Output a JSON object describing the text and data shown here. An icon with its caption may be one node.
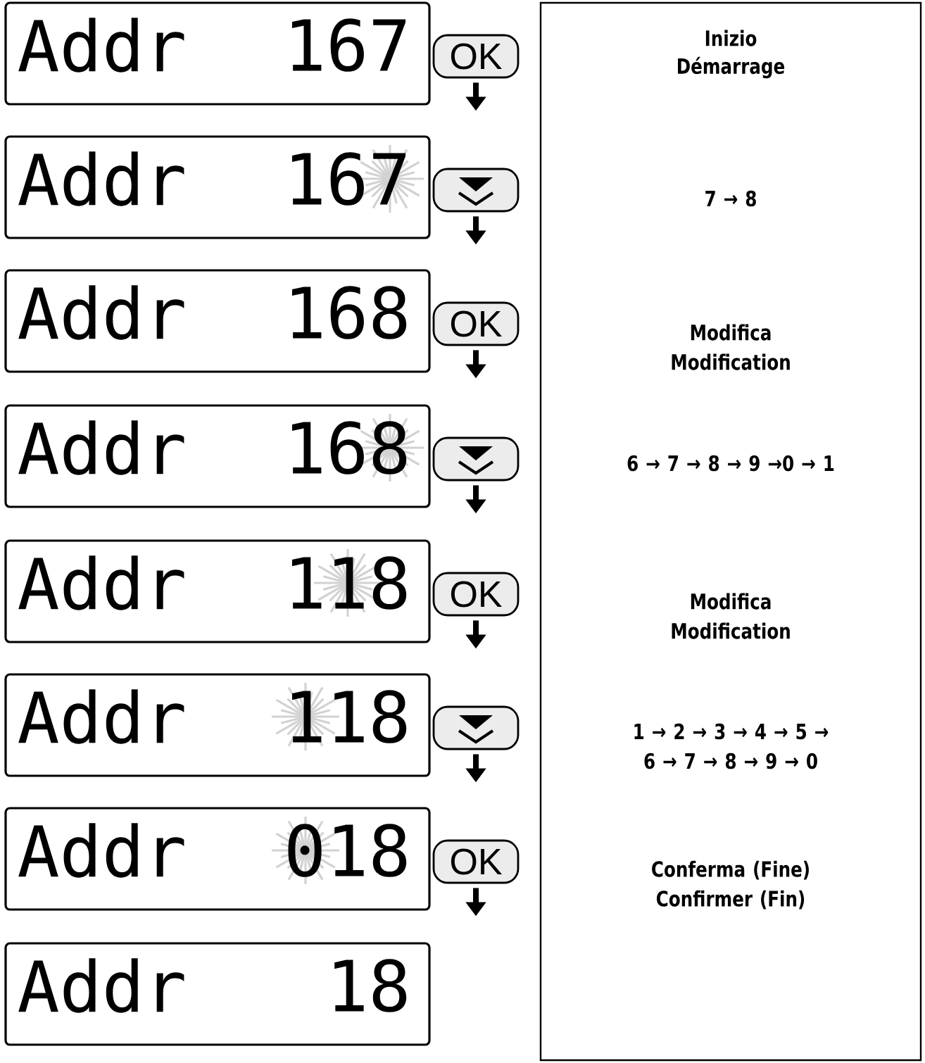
{
  "diagram": {
    "nodes": [
      {
        "text": [
          "Addr",
          "167"
        ]
      },
      {
        "text": [
          "OK"
        ]
      },
      {
        "text": [
          "Addr",
          "167"
        ]
      },
      {
        "text": [],
        "shape": "button"
      },
      {
        "text": [
          "Addr",
          "168"
        ]
      },
      {
        "text": [
          "OK"
        ]
      },
      {
        "text": [
          "Addr",
          "168"
        ]
      },
      {
        "text": [],
        "shape": "button"
      },
      {
        "text": [
          "Addr",
          "118"
        ]
      },
      {
        "text": [
          "OK"
        ]
      },
      {
        "text": [
          "Addr",
          "118"
        ]
      },
      {
        "text": [],
        "shape": "button"
      },
      {
        "text": [
          "Addr",
          "018"
        ]
      },
      {
        "text": [
          "OK"
        ]
      },
      {
        "text": [
          "Addr",
          "18"
        ]
      },
      {
        "text": [
          "Inizio",
          "Démarrage",
          "7 → 8",
          "Modifica",
          "Modification",
          "6 → 7 → 8 → 9 →0 → 1",
          "Modifica",
          "Modification",
          "1 → 2 → 3 → 4 → 5 → 6 → 7 → 8 → 9 → 0",
          "Conferma (Fine)",
          "Confirmer (Fin)"
        ]
      }
    ],
    "edges": [
      {
        "from": 1,
        "to": null,
        "arrow": "to"
      },
      {
        "from": 3,
        "to": null,
        "arrow": "to"
      },
      {
        "from": 5,
        "to": null,
        "arrow": "to"
      },
      {
        "from": 7,
        "to": null,
        "arrow": "to"
      },
      {
        "from": 9,
        "to": null,
        "arrow": "to"
      },
      {
        "from": 11,
        "to": null,
        "arrow": "to"
      },
      {
        "from": 13,
        "to": null,
        "arrow": "to"
      }
    ]
  }
}
